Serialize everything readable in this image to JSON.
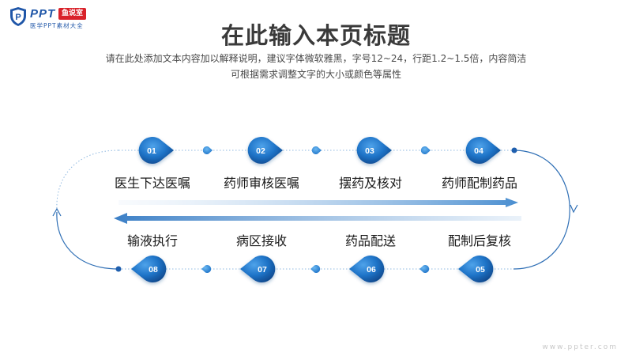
{
  "brand": {
    "name": "PPT",
    "badge": "鱼说室",
    "tagline": "医学PPT素材大全",
    "icon": "shield-logo-icon"
  },
  "header": {
    "title": "在此输入本页标题",
    "subtitle_line1": "请在此处添加文本内容加以解释说明，建议字体微软雅黑，字号12~24，行距1.2~1.5倍，内容简洁",
    "subtitle_line2": "可根据需求调整文字的大小或颜色等属性"
  },
  "steps": [
    {
      "num": "01",
      "label": "医生下达医嘱"
    },
    {
      "num": "02",
      "label": "药师审核医嘱"
    },
    {
      "num": "03",
      "label": "摆药及核对"
    },
    {
      "num": "04",
      "label": "药师配制药品"
    },
    {
      "num": "05",
      "label": "配制后复核"
    },
    {
      "num": "06",
      "label": "药品配送"
    },
    {
      "num": "07",
      "label": "病区接收"
    },
    {
      "num": "08",
      "label": "输液执行"
    }
  ],
  "watermark": "www.ppter.com",
  "colors": {
    "accent": "#1f74c8",
    "accent_dark": "#13519a",
    "connector_dot": "#2b8ad8",
    "line": "#8fb8e0"
  }
}
